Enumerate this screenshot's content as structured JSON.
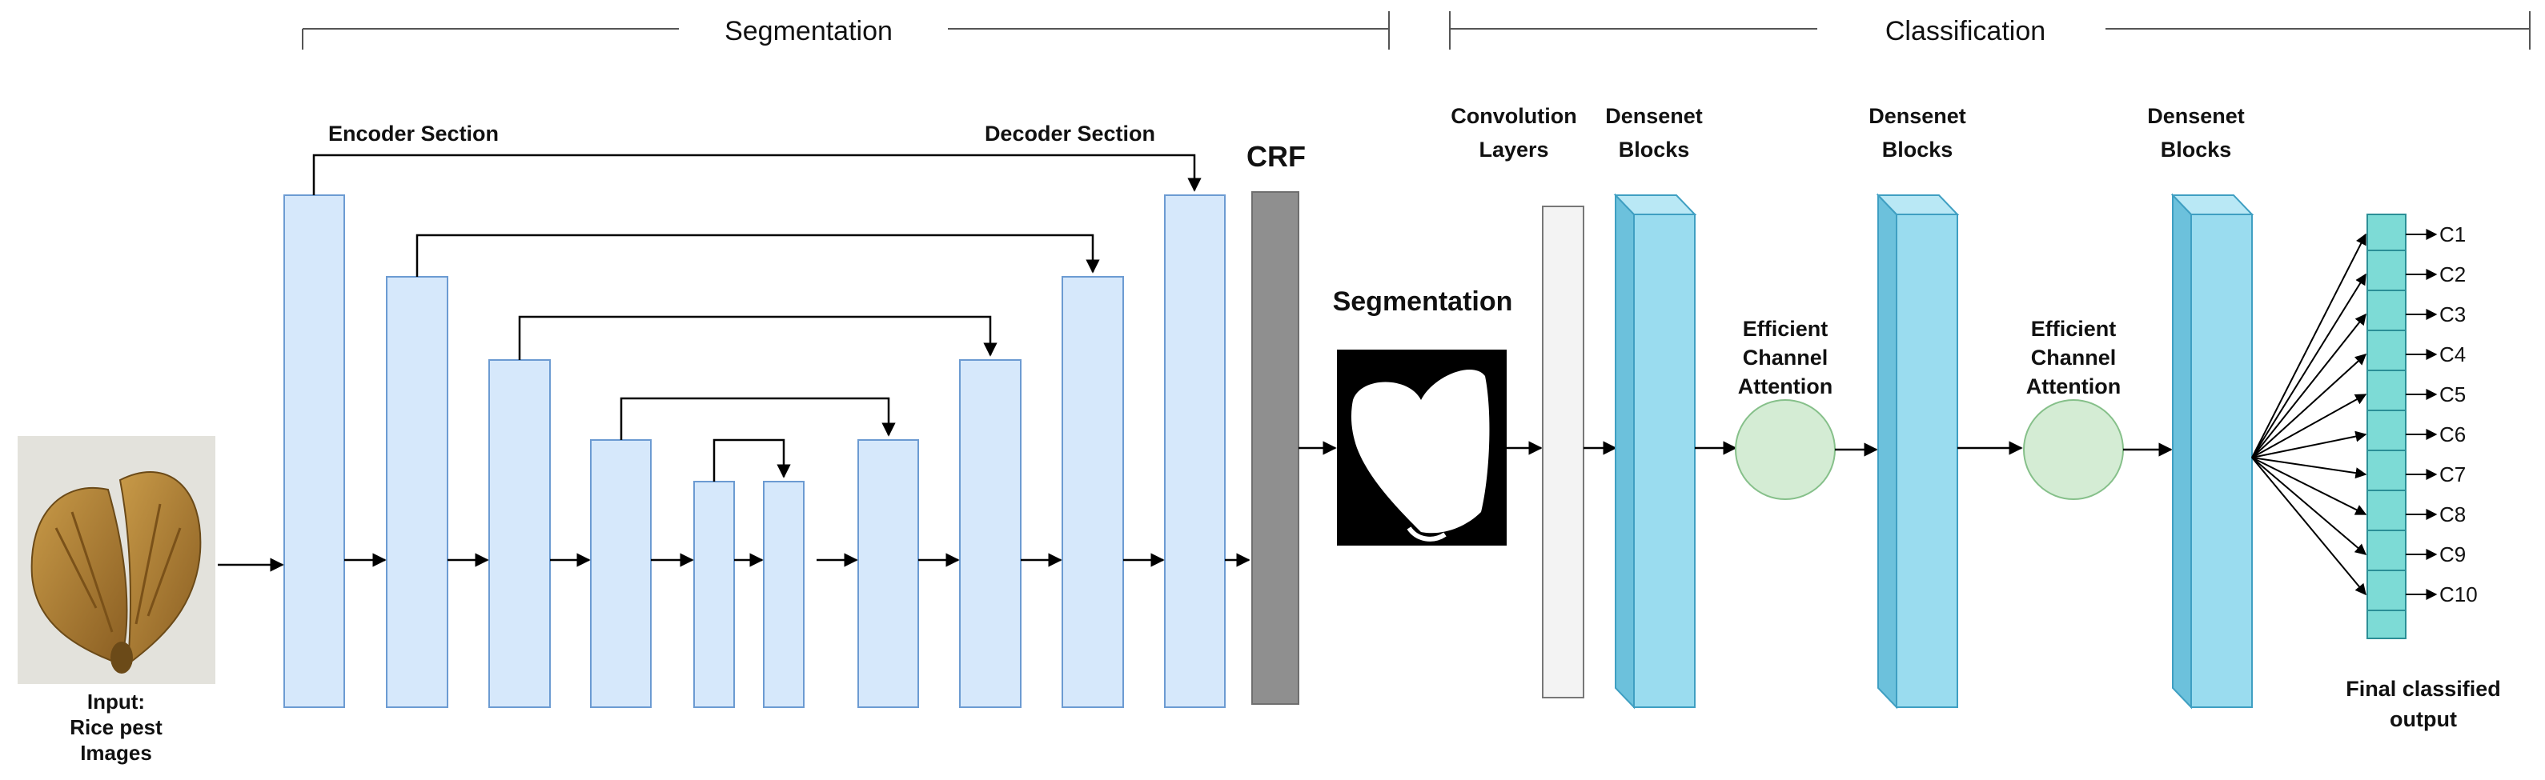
{
  "header": {
    "segmentation": "Segmentation",
    "classification": "Classification"
  },
  "input": {
    "label_line1": "Input:",
    "label_line2": "Rice pest",
    "label_line3": "Images"
  },
  "unet": {
    "encoder_label": "Encoder Section",
    "decoder_label": "Decoder Section"
  },
  "crf": {
    "label": "CRF"
  },
  "seg_output": {
    "label": "Segmentation"
  },
  "conv": {
    "label_line1": "Convolution",
    "label_line2": "Layers"
  },
  "dense_blocks": [
    {
      "line1": "Densenet",
      "line2": "Blocks"
    },
    {
      "line1": "Densenet",
      "line2": "Blocks"
    },
    {
      "line1": "Densenet",
      "line2": "Blocks"
    }
  ],
  "attention": [
    {
      "line1": "Efficient",
      "line2": "Channel",
      "line3": "Attention"
    },
    {
      "line1": "Efficient",
      "line2": "Channel",
      "line3": "Attention"
    }
  ],
  "output": {
    "classes": [
      "C1",
      "C2",
      "C3",
      "C4",
      "C5",
      "C6",
      "C7",
      "C8",
      "C9",
      "C10"
    ],
    "label_line1": "Final classified",
    "label_line2": "output"
  },
  "colors": {
    "unet_block_fill": "#d6e8fb",
    "unet_block_stroke": "#6c9bd2",
    "crf_fill": "#8f8f8f",
    "dense_front": "#9adcef",
    "dense_side": "#6cc1dc",
    "dense_stroke": "#3f9fc2",
    "attention_fill": "#d4ecd4",
    "attention_stroke": "#86c08a",
    "output_fill": "#7ddbd6",
    "output_stroke": "#2b8f96",
    "moth_body": "#b88a3a"
  }
}
